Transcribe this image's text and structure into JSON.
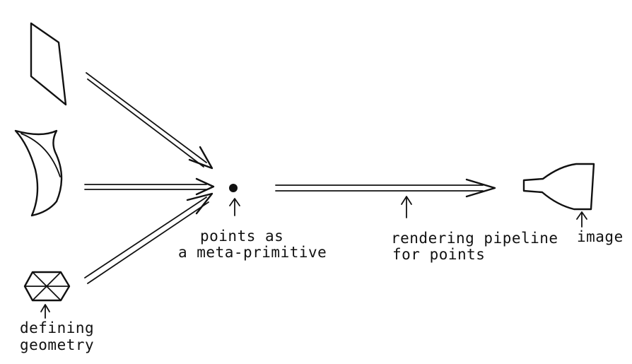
{
  "labels": {
    "points_meta_line1": "points as",
    "points_meta_line2": "a meta-primitive",
    "rendering_line1": "rendering pipeline",
    "rendering_line2": "for points",
    "image": "image",
    "defining_line1": "defining",
    "defining_line2": "geometry"
  },
  "colors": {
    "ink": "#111111",
    "background": "#ffffff"
  }
}
